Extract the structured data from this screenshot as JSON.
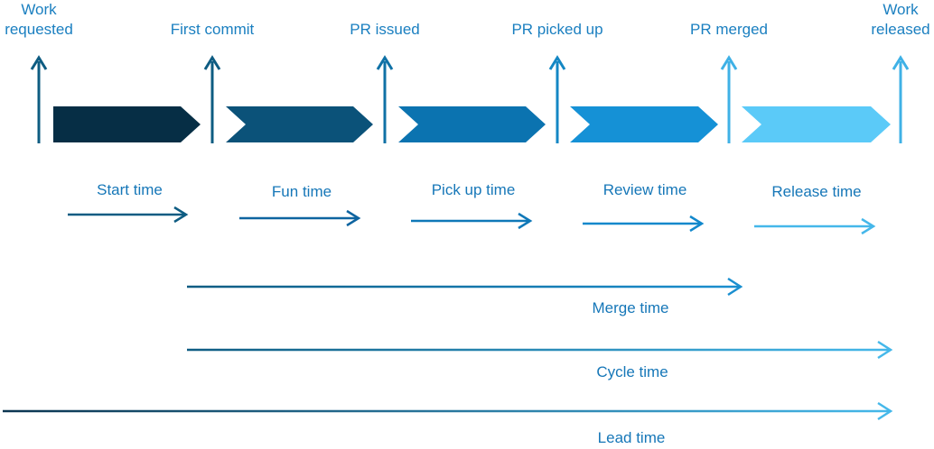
{
  "milestones": [
    {
      "lines": [
        "Work",
        "requested"
      ],
      "color": "#0e5c82"
    },
    {
      "lines": [
        "First commit"
      ],
      "color": "#0e5c82"
    },
    {
      "lines": [
        "PR issued"
      ],
      "color": "#0f71a6"
    },
    {
      "lines": [
        "PR picked up"
      ],
      "color": "#1487c4"
    },
    {
      "lines": [
        "PR merged"
      ],
      "color": "#3fb1e6"
    },
    {
      "lines": [
        "Work",
        "released"
      ],
      "color": "#3fb1e6"
    }
  ],
  "stages": [
    {
      "label": "Start time",
      "color": "#062e45",
      "arrow_color": "#0e5c82"
    },
    {
      "label": "Fun time",
      "color": "#0b5279",
      "arrow_color": "#0e64a0"
    },
    {
      "label": "Pick up time",
      "color": "#0b73b0",
      "arrow_color": "#0f78b8"
    },
    {
      "label": "Review time",
      "color": "#1591d6",
      "arrow_color": "#1288cc"
    },
    {
      "label": "Release time",
      "color": "#5bcaf8",
      "arrow_color": "#45b7ea"
    }
  ],
  "spans": [
    {
      "label": "Merge time",
      "from": "First commit",
      "to": "PR merged",
      "start_color": "#0e5c82",
      "end_color": "#1a8fd0"
    },
    {
      "label": "Cycle time",
      "from": "First commit",
      "to": "Work released",
      "start_color": "#0e5c82",
      "end_color": "#45b8ea"
    },
    {
      "label": "Lead time",
      "from": "Work requested",
      "to": "Work released",
      "start_color": "#0b3550",
      "end_color": "#45b8ea"
    }
  ],
  "colors": {
    "label_text": "#1677b8",
    "upper_label_text": "#1a7fc0"
  }
}
